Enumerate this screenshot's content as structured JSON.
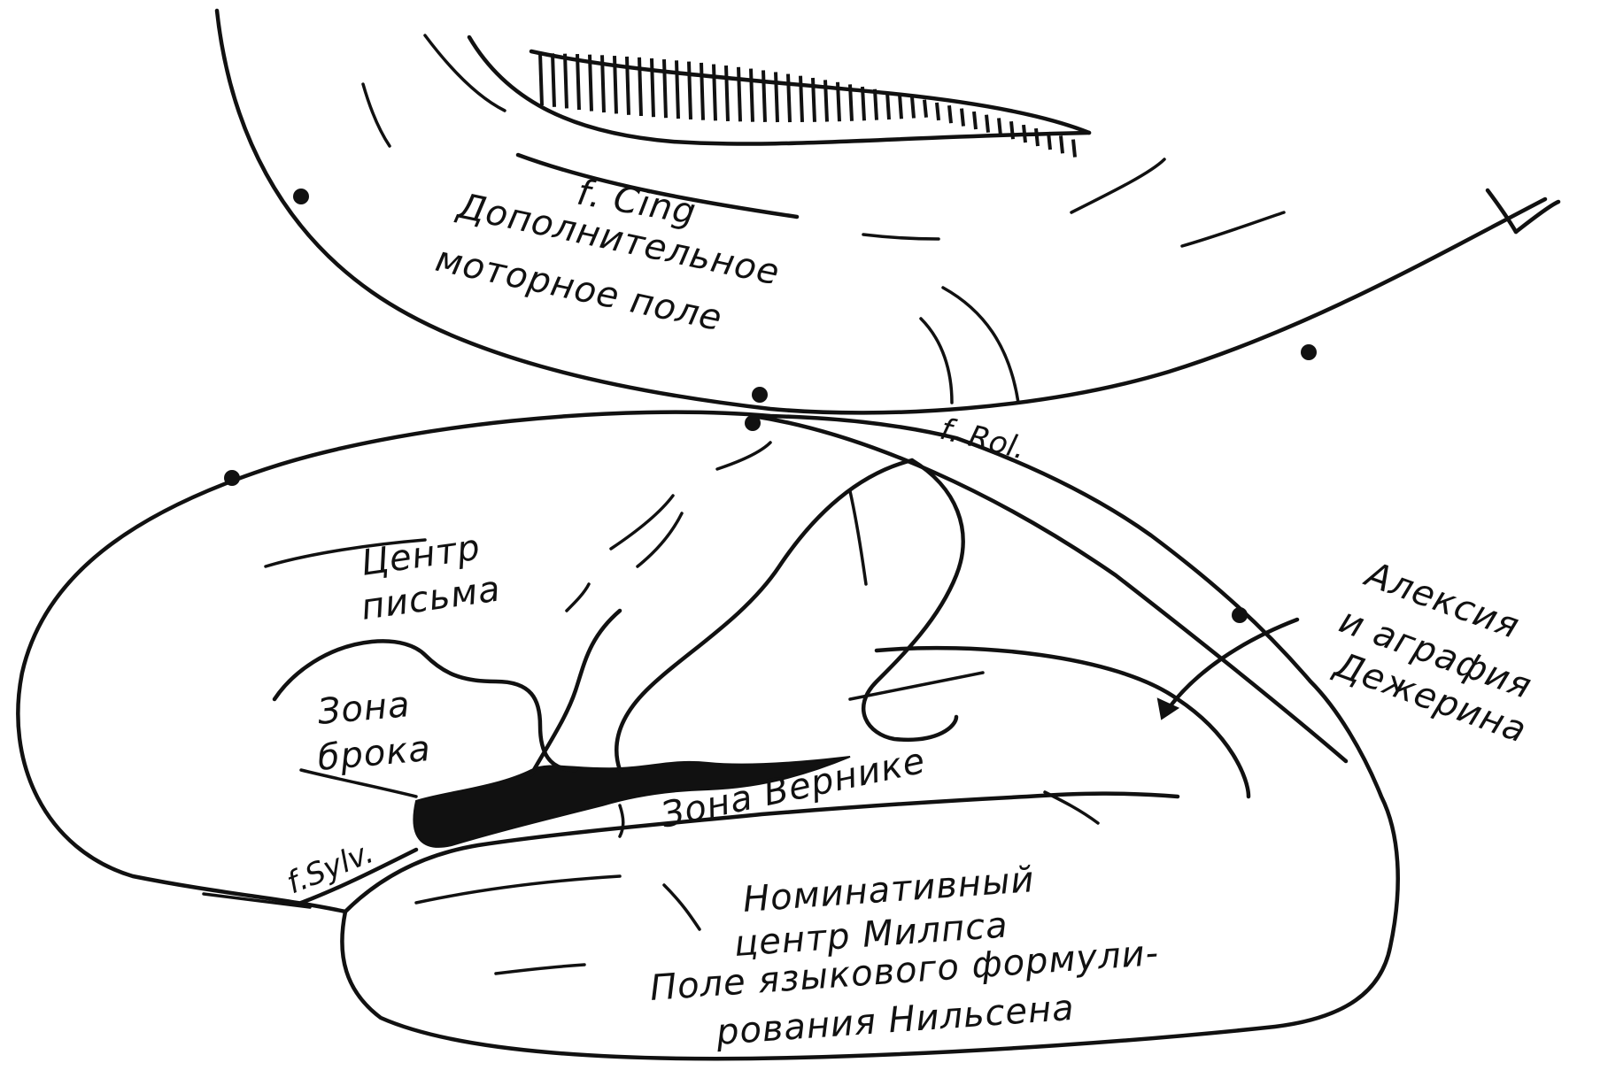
{
  "labels": {
    "f_cing": "f. Cing",
    "supp_motor_1": "Дополнительное",
    "supp_motor_2": "моторное поле",
    "f_rol": "f. Rol.",
    "writing_center_1": "Центр",
    "writing_center_2": "письма",
    "broca_1": "Зона",
    "broca_2": "брока",
    "f_sylv": "f.Sylv.",
    "wernicke": "Зона Вернике",
    "alexia_1": "Алексия",
    "alexia_2": "и аграфия",
    "alexia_3": "Дежерина",
    "nominative_1": "Номинативный",
    "nominative_2": "центр Милпса",
    "nominative_3": "Поле языкового формули-",
    "nominative_4": "рования Нильсена"
  },
  "colors": {
    "ink": "#111111",
    "background": "#ffffff"
  }
}
